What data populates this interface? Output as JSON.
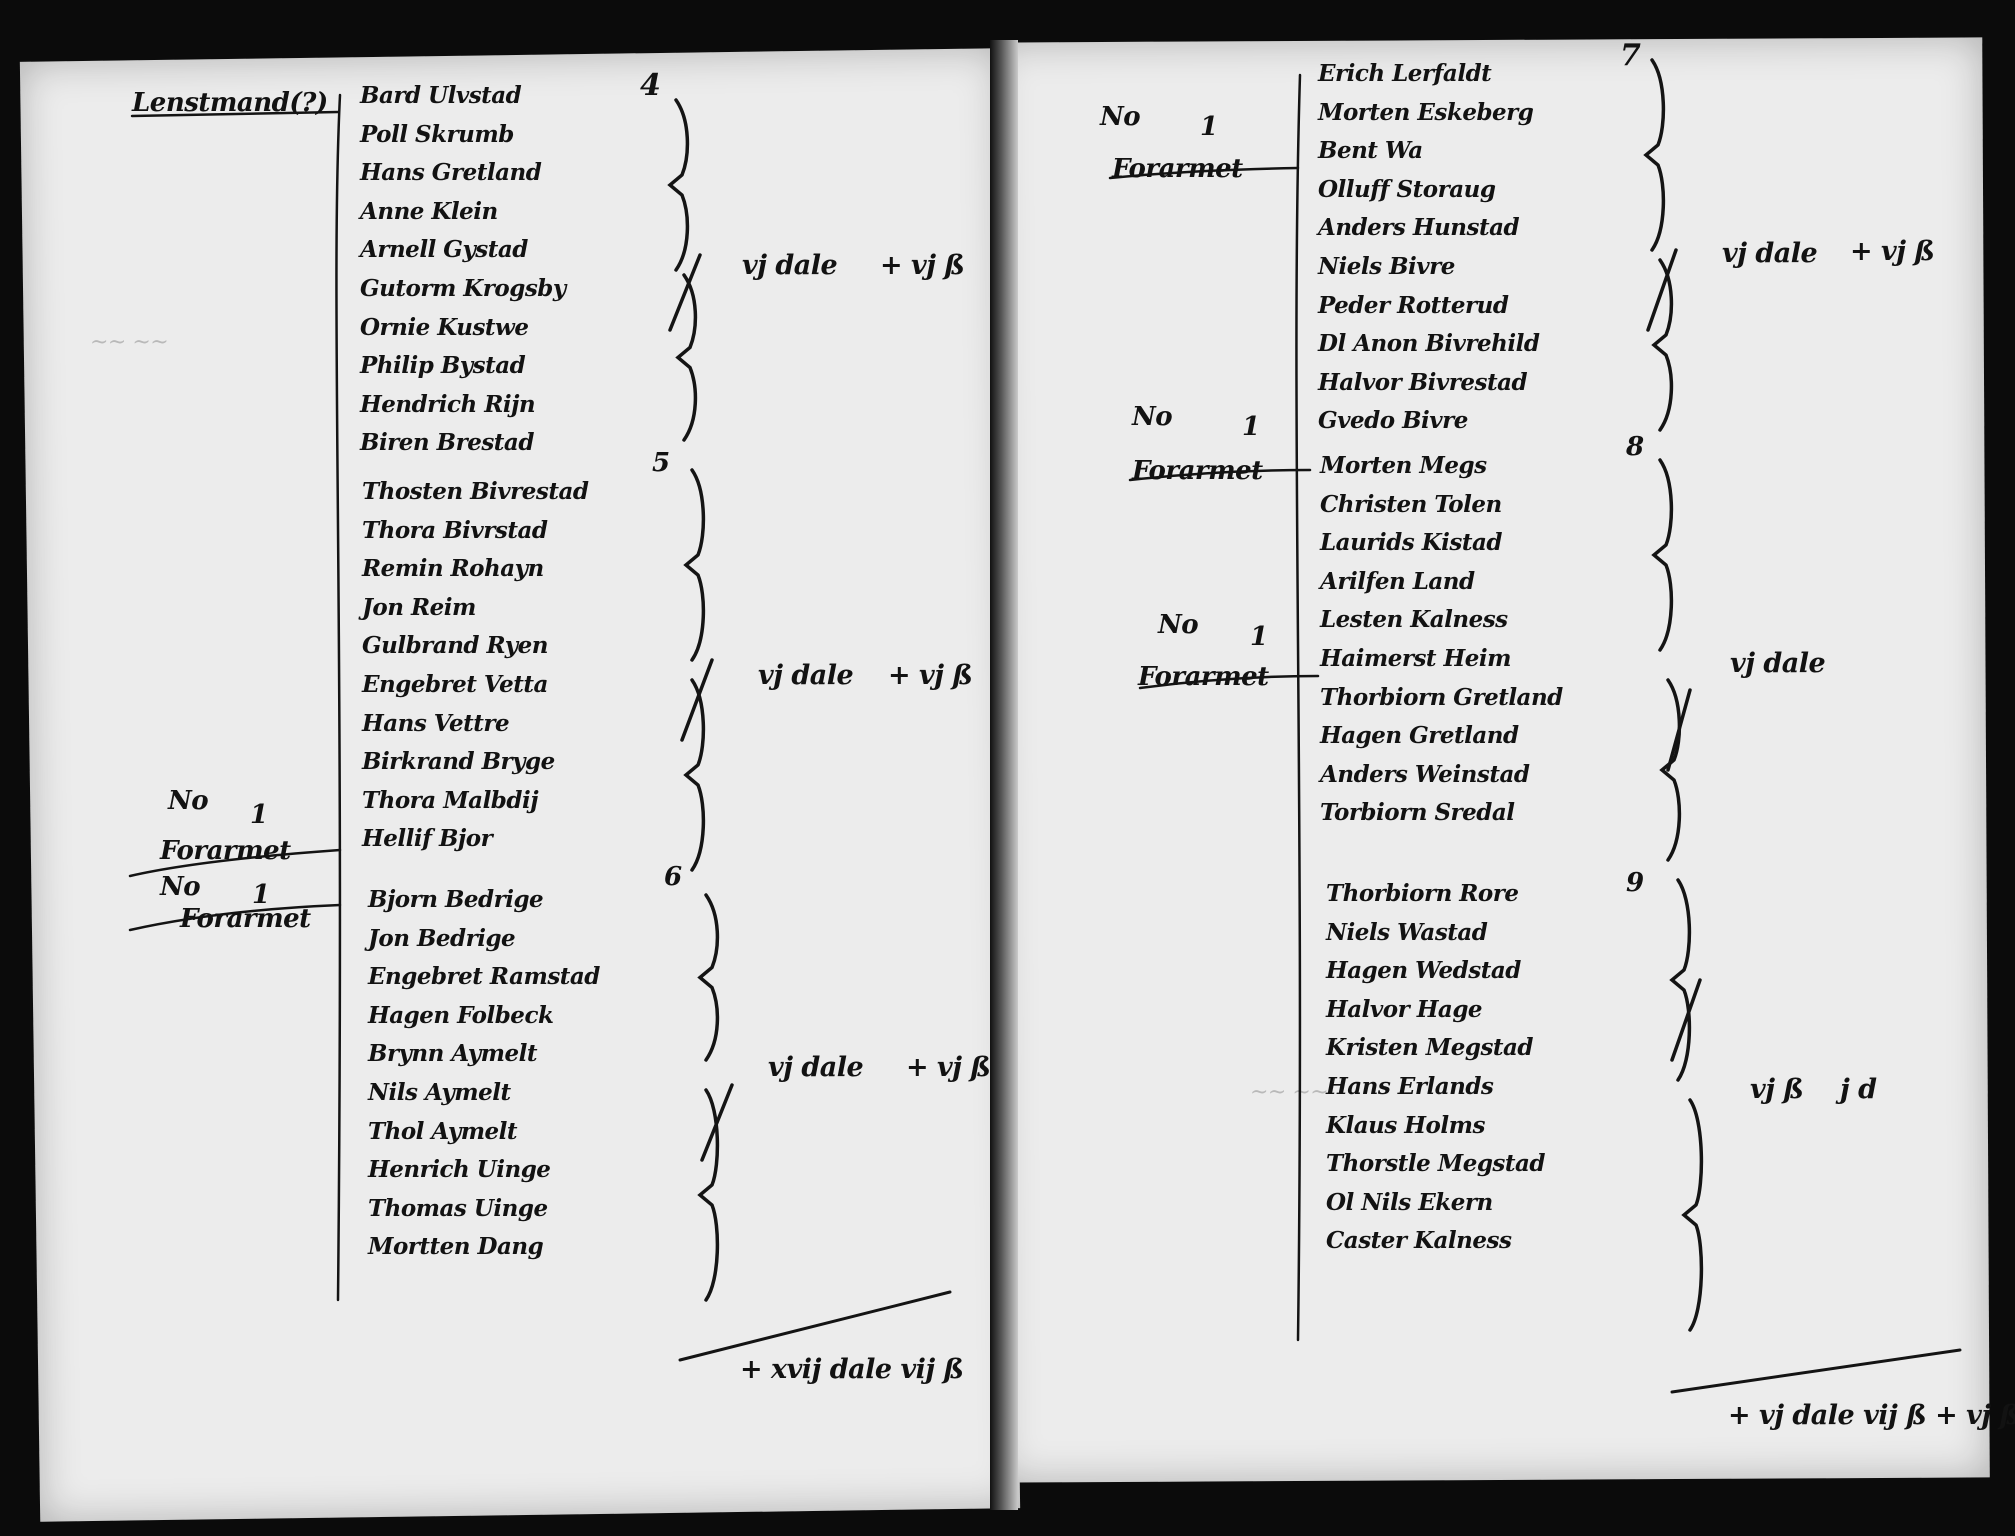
{
  "left_page": {
    "folio_number": "4",
    "header_note": "Lenstmand(?)",
    "group_markers": [
      "5",
      "6"
    ],
    "groups": [
      {
        "names": [
          "Bard Ulvstad",
          "Poll Skrumb",
          "Hans Gretland",
          "Anne Klein",
          "Arnell Gystad",
          "Gutorm Krogsby",
          "Ornie Kustwe",
          "Philip Bystad",
          "Hendrich Rijn",
          "Biren Brestad"
        ],
        "sum_label": "vj dale",
        "sum_value": "+ vj ß"
      },
      {
        "names": [
          "Thosten Bivrestad",
          "Thora Bivrstad",
          "Remin Rohayn",
          "Jon Reim",
          "Gulbrand Ryen",
          "Engebret Vetta",
          "Hans Vettre",
          "Birkrand Bryge",
          "Thora Malbdij",
          "Hellif Bjor"
        ],
        "sum_label": "vj dale",
        "sum_value": "+ vj ß"
      },
      {
        "names": [
          "Bjorn Bedrige",
          "Jon Bedrige",
          "Engebret Ramstad",
          "Hagen Folbeck",
          "Brynn Aymelt",
          "Nils Aymelt",
          "Thol Aymelt",
          "Henrich Uinge",
          "Thomas Uinge",
          "Mortten Dang"
        ],
        "sum_label": "vj dale",
        "sum_value": "+ vj ß"
      }
    ],
    "margin_notes": [
      {
        "no": "No",
        "num": "1",
        "word": "Forarmet"
      },
      {
        "no": "No",
        "num": "1",
        "word": "Forarmet"
      }
    ],
    "page_total": "+ xvij dale vij ß"
  },
  "right_page": {
    "folio_number": "7",
    "group_markers": [
      "8",
      "9"
    ],
    "groups": [
      {
        "names": [
          "Erich Lerfaldt",
          "Morten Eskeberg",
          "Bent Wa",
          "Olluff Storaug",
          "Anders Hunstad",
          "Niels Bivre",
          "Peder Rotterud",
          "Dl Anon Bivrehild",
          "Halvor Bivrestad",
          "Gvedo Bivre"
        ],
        "sum_label": "vj dale",
        "sum_value": "+ vj ß"
      },
      {
        "names": [
          "Morten Megs",
          "Christen Tolen",
          "Laurids Kistad",
          "Arilfen Land",
          "Lesten Kalness",
          "Haimerst Heim",
          "Thorbiorn Gretland",
          "Hagen Gretland",
          "Anders Weinstad",
          "Torbiorn Sredal"
        ],
        "sum_label": "vj dale",
        "sum_value": ""
      },
      {
        "names": [
          "Thorbiorn Rore",
          "Niels Wastad",
          "Hagen Wedstad",
          "Halvor Hage",
          "Kristen Megstad",
          "Hans Erlands",
          "Klaus Holms",
          "Thorstle Megstad",
          "Ol Nils Ekern",
          "Caster Kalness"
        ],
        "sum_label": "vj ß",
        "sum_value": "j d"
      }
    ],
    "margin_notes": [
      {
        "no": "No",
        "num": "1",
        "word": "Forarmet"
      },
      {
        "no": "No",
        "num": "1",
        "word": "Forarmet"
      },
      {
        "no": "No",
        "num": "1",
        "word": "Forarmet"
      }
    ],
    "page_total": "+ vj dale vij ß + vj ß"
  }
}
